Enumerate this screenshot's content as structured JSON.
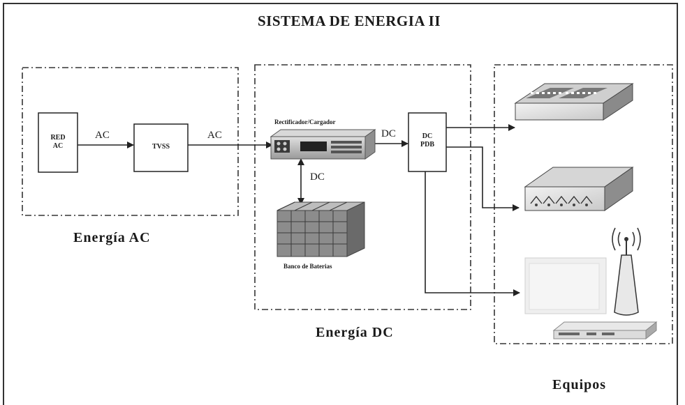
{
  "title": "SISTEMA DE ENERGIA II",
  "sections": {
    "ac": "Energía AC",
    "dc": "Energía DC",
    "equipos": "Equipos"
  },
  "blocks": {
    "red_ac_line1": "RED",
    "red_ac_line2": "AC",
    "tvss": "TVSS",
    "dc_pdb_line1": "DC",
    "dc_pdb_line2": "PDB"
  },
  "labels": {
    "ac1": "AC",
    "ac2": "AC",
    "dc_out": "DC",
    "dc_vertical": "DC",
    "rectificador": "Rectificador/Cargador",
    "banco": "Banco de Baterias"
  },
  "icons": [
    "switch-icon",
    "router-icon",
    "wireless-antenna-icon",
    "access-point-icon",
    "modem-icon",
    "rectifier-icon",
    "battery-bank-icon"
  ]
}
